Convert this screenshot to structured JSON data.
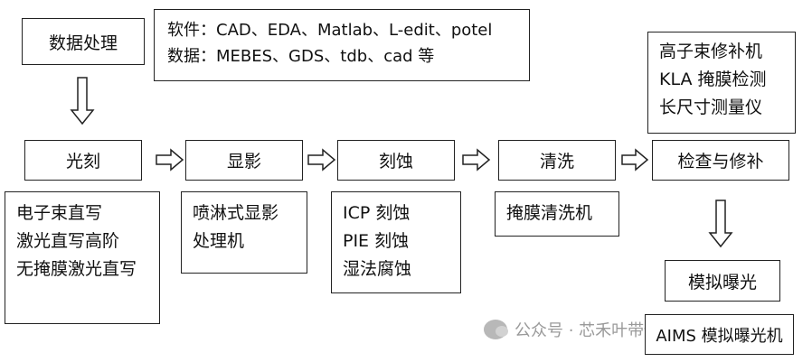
{
  "nodes": {
    "data_processing": "数据处理",
    "software_line": "软件：CAD、EDA、Matlab、L-edit、potel",
    "data_line": "数据：MEBES、GDS、tdb、cad 等",
    "lithography": "光刻",
    "development": "显影",
    "etching": "刻蚀",
    "cleaning": "清洗",
    "inspect_repair": "检查与修补",
    "simulated_exposure": "模拟曝光",
    "aims": "AIMS 模拟曝光机"
  },
  "lithography_tools": [
    "电子束直写",
    "激光直写高阶",
    "无掩膜激光直写"
  ],
  "development_tools": [
    "喷淋式显影处理机"
  ],
  "etching_tools": [
    "ICP 刻蚀",
    "PIE 刻蚀",
    "湿法腐蚀"
  ],
  "cleaning_tools": [
    "掩膜清洗机"
  ],
  "repair_tools": [
    "高子束修补机",
    "KLA 掩膜检测",
    "长尺寸测量仪"
  ],
  "watermark": "公众号 · 芯禾叶带你看芯片",
  "colors": {
    "border": "#222222",
    "text": "#111111",
    "watermark": "#9a9a9a"
  }
}
